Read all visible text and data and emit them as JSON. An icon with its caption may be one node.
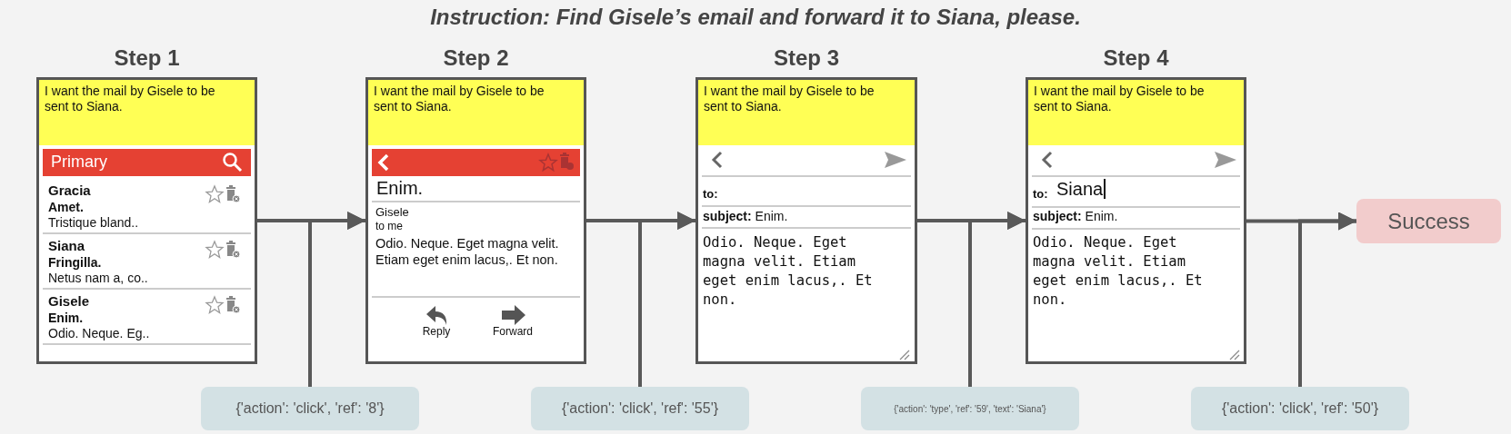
{
  "diagram": {
    "title": "Instruction: Find Gisele’s email and forward it to Siana, please.",
    "nodes": [
      {
        "text": [
          "Step 1"
        ]
      },
      {
        "text": [
          "I want the mail by Gisele to be sent to Siana."
        ],
        "in": 0
      },
      {
        "text": [
          "Primary"
        ],
        "in": 0
      },
      {
        "text": [
          "Step 2"
        ]
      },
      {
        "text": [
          "I want the mail by Gisele to be sent to Siana."
        ],
        "in": 3
      },
      {
        "text": [],
        "shape": "bar",
        "in": 3
      },
      {
        "text": [
          "Step 3"
        ]
      },
      {
        "text": [
          "I want the mail by Gisele to be sent to Siana."
        ],
        "in": 6
      },
      {
        "text": [
          "Step 4"
        ]
      },
      {
        "text": [
          "I want the mail by Gisele to be sent to Siana."
        ],
        "in": 8
      },
      {
        "text": [
          "{'action': 'click', 'ref': '8'}"
        ]
      },
      {
        "text": [
          "{'action': 'click', 'ref': '55'}"
        ]
      },
      {
        "text": [
          "{'action': 'type', 'ref': '59', 'text': 'Siana'}"
        ]
      },
      {
        "text": [
          "{'action': 'click', 'ref': '50'}"
        ]
      },
      {
        "text": [
          "Success"
        ]
      }
    ],
    "edges": [
      {
        "from": 0,
        "to": 3,
        "arrow": "to"
      },
      {
        "from": 10,
        "to": 3,
        "arrow": "to"
      },
      {
        "from": 3,
        "to": 6,
        "arrow": "to"
      },
      {
        "from": 11,
        "to": 6,
        "arrow": "to"
      },
      {
        "from": 6,
        "to": 8,
        "arrow": "to"
      },
      {
        "from": 12,
        "to": 8,
        "arrow": "to"
      },
      {
        "from": 8,
        "to": 14,
        "arrow": "to"
      },
      {
        "from": 13,
        "to": 14,
        "arrow": "to"
      }
    ],
    "labels": [
      "Gracia",
      "Amet.",
      "Tristique bland..",
      "Siana",
      "Fringilla.",
      "Netus nam a, co..",
      "Gisele",
      "Enim.",
      "Odio. Neque. Eg..",
      "Enim.",
      "Gisele",
      "to me",
      "Odio. Neque. Eget magna velit. Etiam eget enim lacus,. Et non.",
      "Reply",
      "Forward",
      "to:",
      "**subject:** Enim.",
      "Odio. Neque. Eget magna velit. Etiam eget enim lacus,. Et non.",
      "to:",
      "Siana",
      "**subject:** Enim.",
      "Odio. Neque. Eget magna velit. Etiam eget enim lacus,. Et non."
    ]
  }
}
